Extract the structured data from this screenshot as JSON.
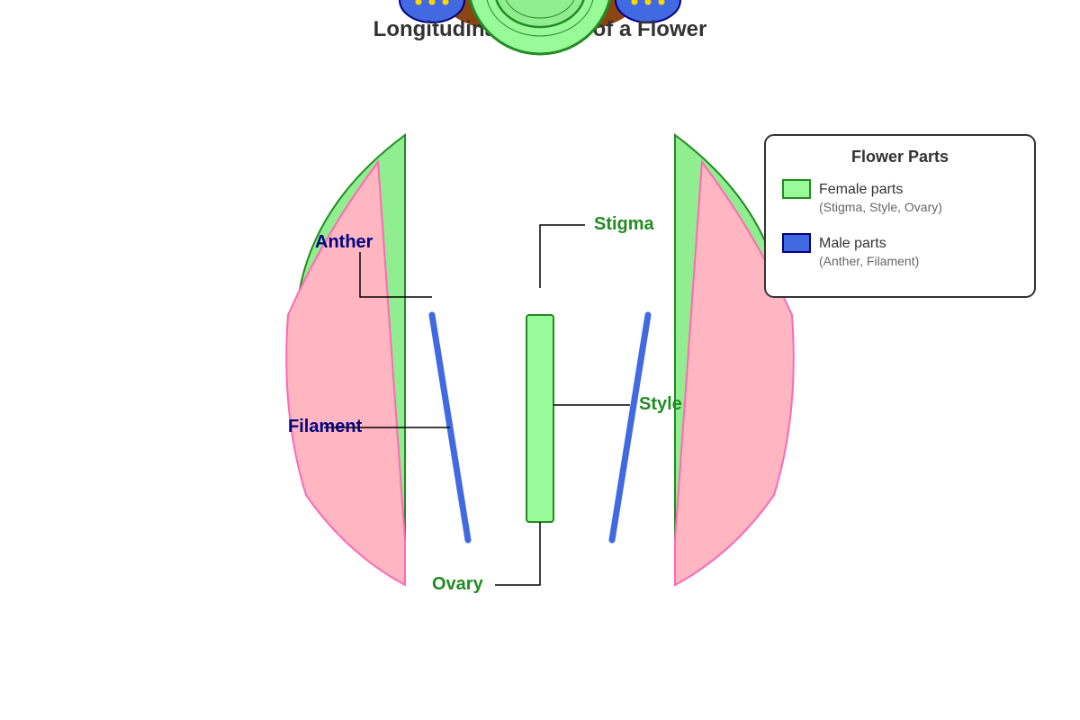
{
  "title": "Longitudinal Section of a Flower",
  "colors": {
    "petal": "#ffb6c1",
    "petal_stroke": "#ff69b4",
    "sepal": "#90ee90",
    "sepal_stroke": "#228b22",
    "female_fill": "#98fb98",
    "female_stroke": "#228b22",
    "male_fill": "#4169e1",
    "male_stroke": "#000080",
    "pollen": "#ffd700",
    "receptacle": "#8b4513",
    "female_label": "#228b22",
    "male_label": "#000080"
  },
  "labels": {
    "stigma": "Stigma",
    "style": "Style",
    "ovary": "Ovary",
    "anther": "Anther",
    "filament": "Filament"
  },
  "legend": {
    "title": "Flower Parts",
    "items": [
      {
        "label": "Female parts",
        "sublabel": "(Stigma, Style, Ovary)",
        "color": "#98fb98",
        "stroke": "#228b22"
      },
      {
        "label": "Male parts",
        "sublabel": "(Anther, Filament)",
        "color": "#4169e1",
        "stroke": "#000080"
      }
    ]
  }
}
